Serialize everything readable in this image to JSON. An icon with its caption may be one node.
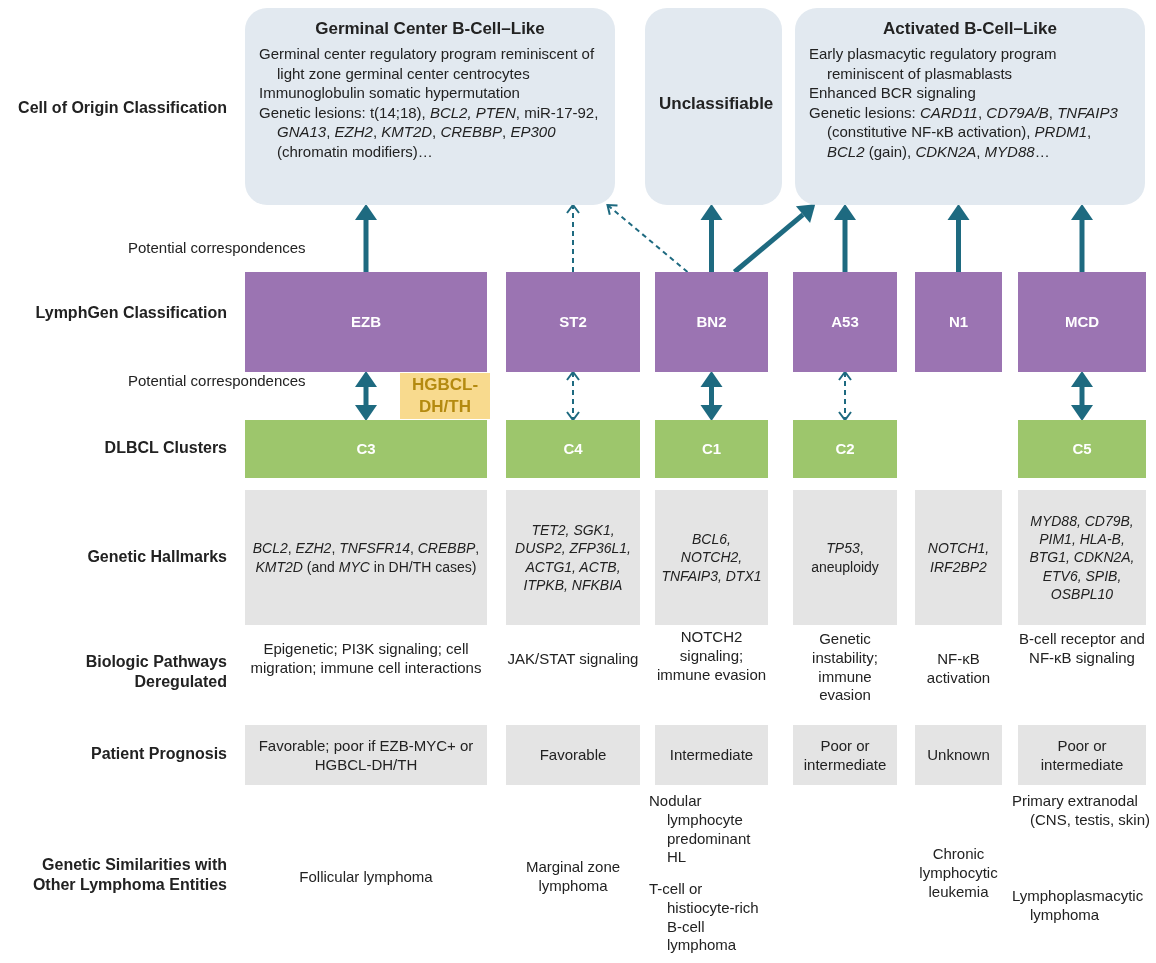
{
  "diagram": {
    "nodes": [
      {
        "text": [
          "Germinal Center B-Cell–Like",
          "Germinal center regulatory program reminiscent of light zone germinal center centrocytes",
          "Immunoglobulin somatic hypermutation",
          "Genetic lesions: t(14;18), *BCL2, PTEN*, miR-17-92, *GNA13*, *EZH2*, *KMT2D*, *CREBBP*, *EP300* (chromatin modifiers)…"
        ]
      },
      {
        "text": [
          "Unclassifiable"
        ]
      },
      {
        "text": [
          "Activated B-Cell–Like",
          "Early plasmacytic regulatory program reminiscent of plasmablasts",
          "Enhanced BCR signaling",
          "Genetic lesions: *CARD11*, *CD79A/B*, *TNFAIP3* (constitutive NF-κB activation), *PRDM1*, *BCL2* (gain), *CDKN2A*, *MYD88*…"
        ]
      },
      {
        "text": [
          "EZB"
        ]
      },
      {
        "text": [
          "ST2"
        ]
      },
      {
        "text": [
          "BN2"
        ]
      },
      {
        "text": [
          "A53"
        ]
      },
      {
        "text": [
          "N1"
        ]
      },
      {
        "text": [
          "MCD"
        ]
      },
      {
        "text": [
          "HGBCL-DH/TH"
        ]
      },
      {
        "text": [
          "C3"
        ]
      },
      {
        "text": [
          "C4"
        ]
      },
      {
        "text": [
          "C1"
        ]
      },
      {
        "text": [
          "C2"
        ]
      },
      {
        "text": [
          "C5"
        ]
      },
      {
        "text": [
          "*BCL2*, *EZH2*, *TNFSFR14*, *CREBBP*, *KMT2D* (and *MYC* in DH/TH cases)"
        ]
      },
      {
        "text": [
          "TET2, SGK1, DUSP2, ZFP36L1, ACTG1, ACTB, ITPKB, NFKBIA"
        ]
      },
      {
        "text": [
          "BCL6, NOTCH2, TNFAIP3, DTX1"
        ]
      },
      {
        "text": [
          "*TP53*, aneuploidy"
        ]
      },
      {
        "text": [
          "NOTCH1, IRF2BP2"
        ]
      },
      {
        "text": [
          "MYD88, CD79B, PIM1, HLA-B, BTG1, CDKN2A, ETV6, SPIB, OSBPL10"
        ]
      },
      {
        "text": [
          "Favorable; poor if EZB-MYC+ or HGBCL-DH/TH"
        ]
      },
      {
        "text": [
          "Favorable"
        ]
      },
      {
        "text": [
          "Intermediate"
        ]
      },
      {
        "text": [
          "Poor or intermediate"
        ]
      },
      {
        "text": [
          "Unknown"
        ]
      },
      {
        "text": [
          "Poor or intermediate"
        ]
      }
    ],
    "edges": [
      {
        "from": 3,
        "to": 0,
        "arrow": "to"
      },
      {
        "from": 4,
        "to": 0,
        "arrow": "to",
        "style": "dashed"
      },
      {
        "from": 5,
        "to": 0,
        "arrow": "to",
        "style": "dashed"
      },
      {
        "from": 5,
        "to": 1,
        "arrow": "to"
      },
      {
        "from": 5,
        "to": 2,
        "arrow": "to"
      },
      {
        "from": 6,
        "to": 2,
        "arrow": "to"
      },
      {
        "from": 7,
        "to": 2,
        "arrow": "to"
      },
      {
        "from": 8,
        "to": 2,
        "arrow": "to"
      },
      {
        "from": 3,
        "to": 10,
        "arrow": "both"
      },
      {
        "from": 4,
        "to": 11,
        "arrow": "both",
        "style": "dashed"
      },
      {
        "from": 5,
        "to": 12,
        "arrow": "both"
      },
      {
        "from": 6,
        "to": 13,
        "arrow": "both",
        "style": "dashed"
      },
      {
        "from": 8,
        "to": 14,
        "arrow": "both"
      }
    ],
    "labels": [
      "Cell of Origin Classification",
      "Potential correspondences",
      "LymphGen Classification",
      "Potential correspondences",
      "DLBCL Clusters",
      "Genetic Hallmarks",
      "Biologic Pathways Deregulated",
      "Epigenetic; PI3K signaling; cell migration; immune cell interactions",
      "JAK/STAT signaling",
      "NOTCH2 signaling; immune evasion",
      "Genetic instability; immune evasion",
      "NF-κB activation",
      "B-cell receptor and NF-κB signaling",
      "Patient Prognosis",
      "Genetic Similarities with Other Lymphoma Entities",
      "Follicular lymphoma",
      "Marginal zone lymphoma",
      "Nodular lymphocyte predominant HL",
      "T-cell or histiocyte-rich B-cell lymphoma",
      "Chronic lymphocytic leukemia",
      "Primary extranodal (CNS, testis, skin)",
      "Lymphoplasmacytic lymphoma"
    ]
  }
}
